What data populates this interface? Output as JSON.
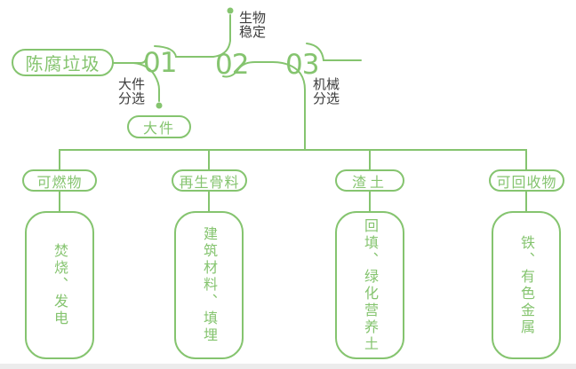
{
  "colors": {
    "green": "#85c46f",
    "ink": "#3c3c3c",
    "background": "#ffffff",
    "bottom_strip": "#ececec"
  },
  "flow": {
    "source_label": "陈腐垃圾",
    "steps": [
      {
        "number": "01",
        "label_line1": "大件",
        "label_line2": "分选"
      },
      {
        "number": "02",
        "label_line1": "生物",
        "label_line2": "稳定"
      },
      {
        "number": "03",
        "label_line1": "机械",
        "label_line2": "分选"
      }
    ],
    "bulky_output_label": "大件",
    "branches": [
      {
        "category": "可燃物",
        "result": "焚烧、发电"
      },
      {
        "category": "再生骨料",
        "result": "建筑材料、填埋"
      },
      {
        "category": "渣土",
        "result": "回填、绿化营养土"
      },
      {
        "category": "可回收物",
        "result": "铁、有色金属"
      }
    ]
  }
}
